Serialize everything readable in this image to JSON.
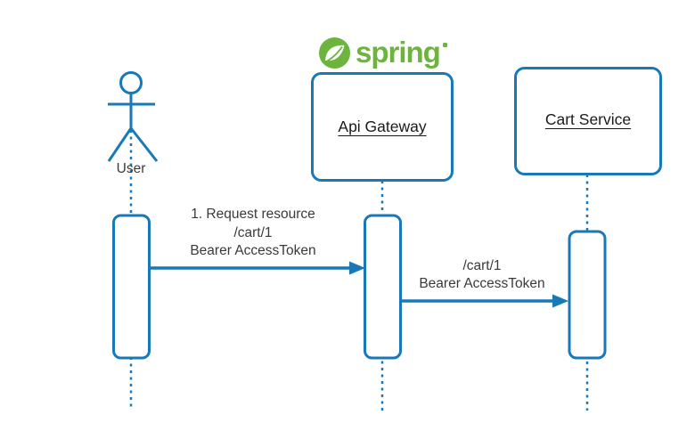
{
  "colors": {
    "blue": "#1878B8",
    "green": "#6CB43E",
    "text": "#3A3A3A",
    "title": "#1A1A1A"
  },
  "logo": {
    "brand": "spring",
    "leaf_icon": "spring-leaf-icon",
    "trademark_icon": "trademark-dot-icon"
  },
  "participants": {
    "user": {
      "label": "User",
      "type": "actor"
    },
    "api_gateway": {
      "label": "Api Gateway",
      "type": "component"
    },
    "cart_service": {
      "label": "Cart Service",
      "type": "component"
    }
  },
  "messages": {
    "m1": {
      "from": "User",
      "to": "Api Gateway",
      "line1": "1. Request resource",
      "line2": "/cart/1",
      "line3": "Bearer AccessToken"
    },
    "m2": {
      "from": "Api Gateway",
      "to": "Cart Service",
      "line1": "/cart/1",
      "line2": "Bearer AccessToken"
    }
  }
}
